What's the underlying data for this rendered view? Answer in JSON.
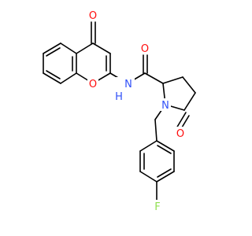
{
  "molecule": {
    "colors": {
      "bond": "#000000",
      "O": "#ff0d0d",
      "N": "#3050f8",
      "F": "#90e050",
      "background": "#ffffff"
    },
    "atom_labels": {
      "o_chromone_keto": "O",
      "o_ring": "O",
      "n_amide": "N",
      "h_amide": "H",
      "o_amide": "O",
      "n_pyrrolidine": "N",
      "o_lactam": "O",
      "f_fluoro": "F"
    }
  }
}
